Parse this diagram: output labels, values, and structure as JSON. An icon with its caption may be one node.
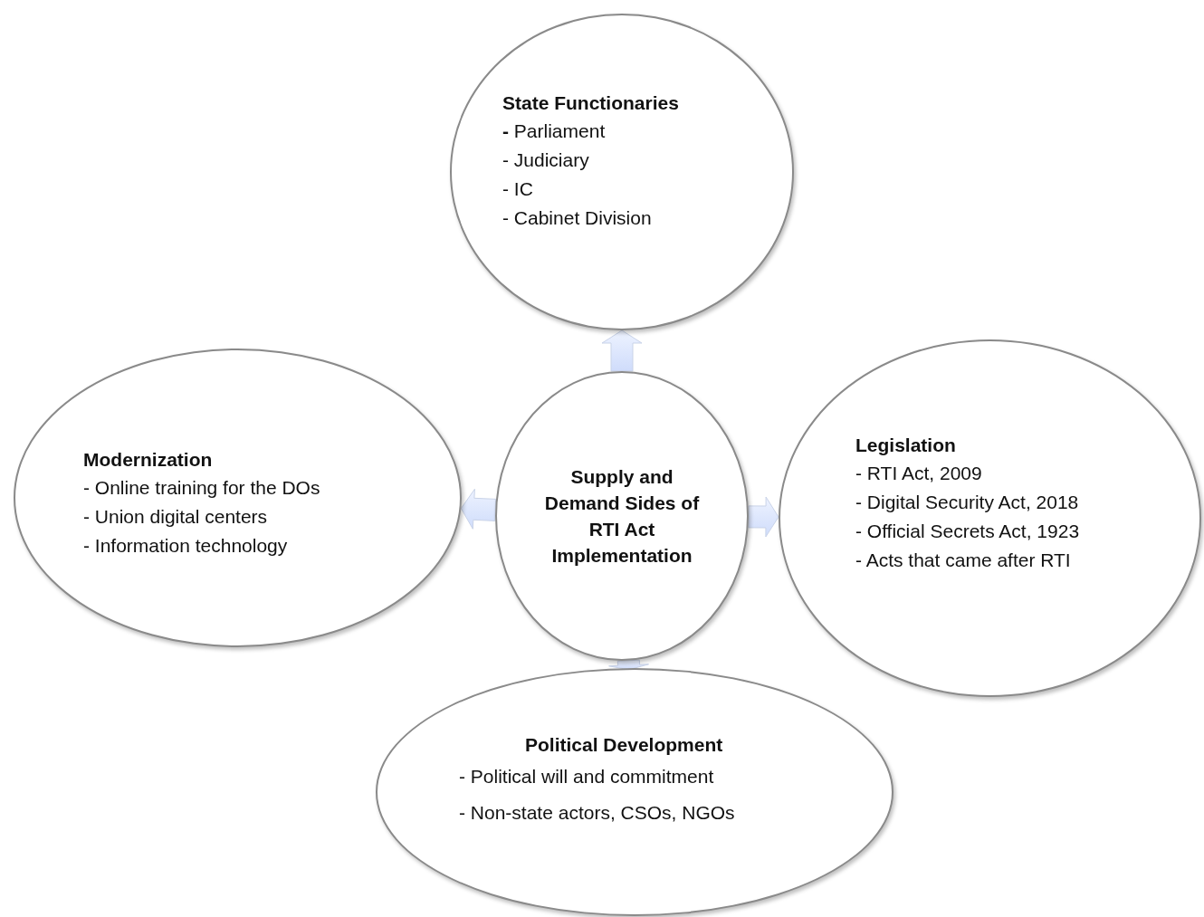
{
  "diagram": {
    "nodes": [
      {
        "text": [
          "State Functionaries",
          "**-** Parliament",
          "- Judiciary",
          "- IC",
          "- Cabinet Division"
        ]
      },
      {
        "text": [
          "Modernization",
          "- Online training for the DOs",
          "- Union digital centers",
          "- Information technology"
        ]
      },
      {
        "text": [
          "Supply and Demand Sides of RTI Act Implementation"
        ]
      },
      {
        "text": [
          "Legislation",
          "- RTI Act, 2009",
          "- Digital Security Act, 2018",
          "- Official Secrets Act, 1923",
          "- Acts that came after RTI"
        ]
      },
      {
        "text": [
          "Political Development",
          "- Political will and commitment",
          "- Non-state actors, CSOs, NGOs"
        ]
      }
    ],
    "edges": [
      {
        "from": 2,
        "to": 0,
        "arrow": "to"
      },
      {
        "from": 2,
        "to": 1,
        "arrow": "to"
      },
      {
        "from": 2,
        "to": 3,
        "arrow": "to"
      },
      {
        "from": 2,
        "to": 4,
        "arrow": "to"
      }
    ]
  }
}
